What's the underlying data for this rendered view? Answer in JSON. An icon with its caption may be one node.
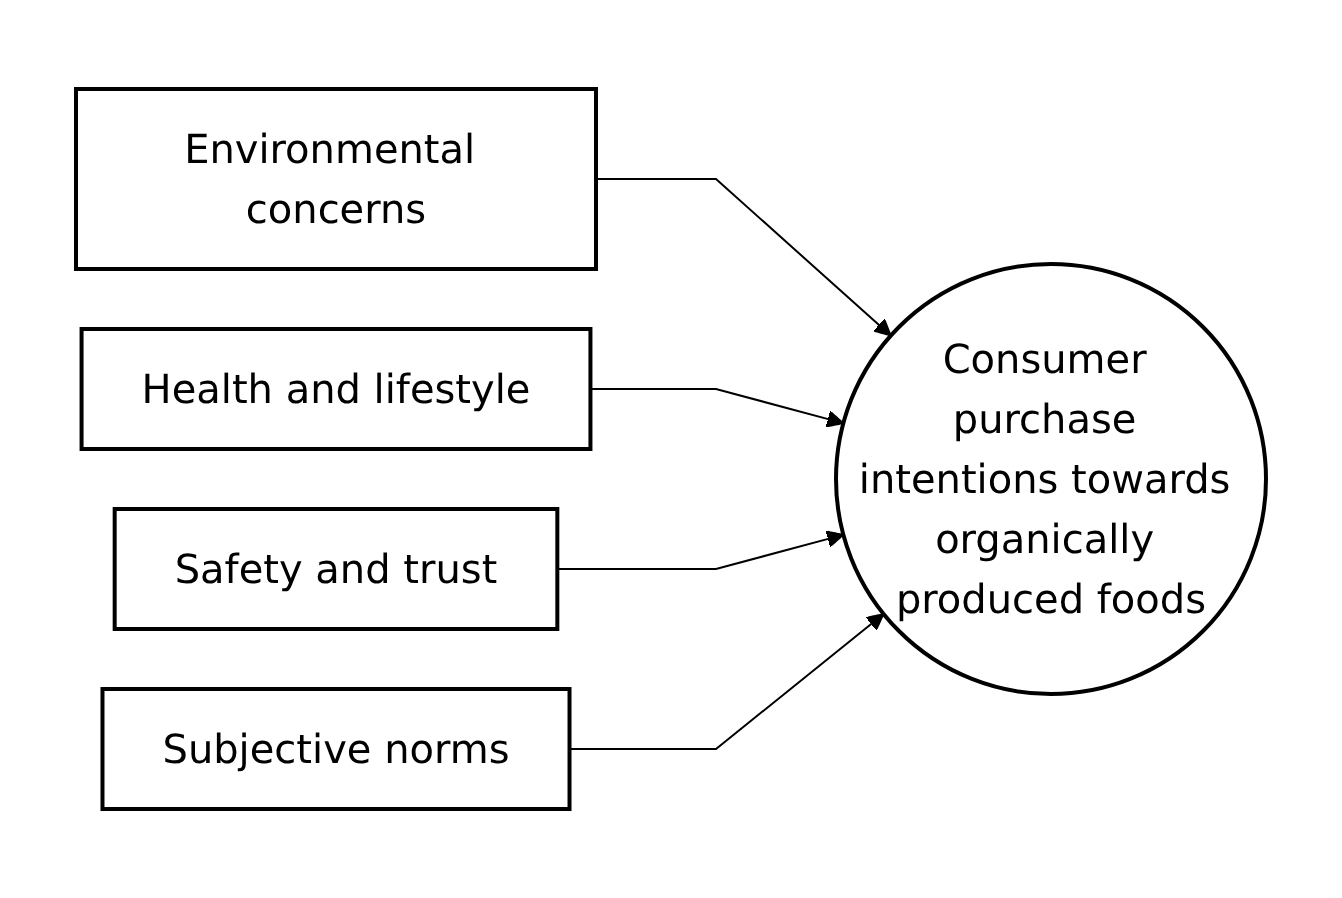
{
  "diagram": {
    "nodes": [
      {
        "text": [
          "Environmental concerns"
        ]
      },
      {
        "text": [
          "Health and lifestyle"
        ]
      },
      {
        "text": [
          "Safety and trust"
        ]
      },
      {
        "text": [
          "Subjective norms"
        ]
      },
      {
        "text": [
          "Consumer purchase intentions towards organically produced foods"
        ]
      }
    ],
    "edges": [
      {
        "from": 0,
        "to": 4,
        "arrow": "to"
      },
      {
        "from": 1,
        "to": 4,
        "arrow": "to"
      },
      {
        "from": 2,
        "to": 4,
        "arrow": "to"
      },
      {
        "from": 3,
        "to": 4,
        "arrow": "to"
      }
    ]
  }
}
